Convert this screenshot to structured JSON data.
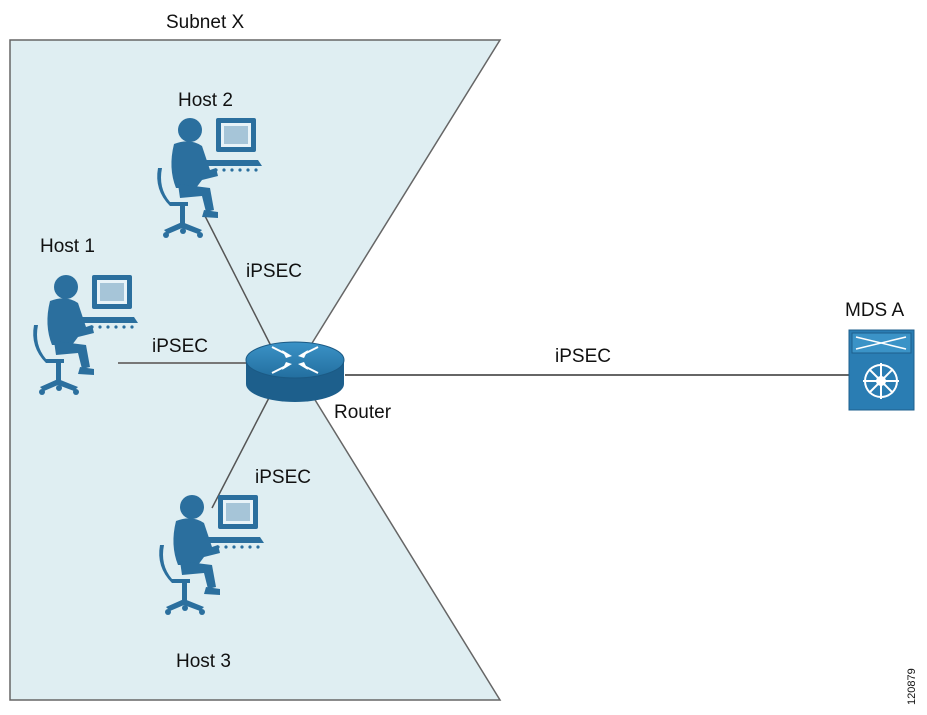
{
  "diagram": {
    "subnet_label": "Subnet X",
    "hosts": [
      {
        "id": "host1",
        "label": "Host 1"
      },
      {
        "id": "host2",
        "label": "Host 2"
      },
      {
        "id": "host3",
        "label": "Host 3"
      }
    ],
    "router_label": "Router",
    "switch_label": "MDS A",
    "links": [
      {
        "from": "host1",
        "to": "router",
        "label": "iPSEC"
      },
      {
        "from": "host2",
        "to": "router",
        "label": "iPSEC"
      },
      {
        "from": "host3",
        "to": "router",
        "label": "iPSEC"
      },
      {
        "from": "router",
        "to": "mds_a",
        "label": "iPSEC"
      }
    ],
    "figure_id": "120879"
  },
  "colors": {
    "subnet_fill": "#dfeef2",
    "line": "#555555",
    "device_blue": "#2a7db3",
    "device_dark": "#1d5f8c",
    "person": "#2b6f9e"
  }
}
